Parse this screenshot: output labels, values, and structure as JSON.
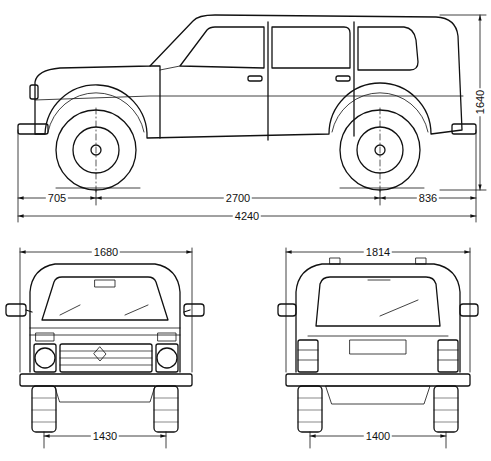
{
  "diagram": {
    "labels": [
      "705",
      "2700",
      "836",
      "4240",
      "1640",
      "1680",
      "1814",
      "1430",
      "1400"
    ]
  }
}
